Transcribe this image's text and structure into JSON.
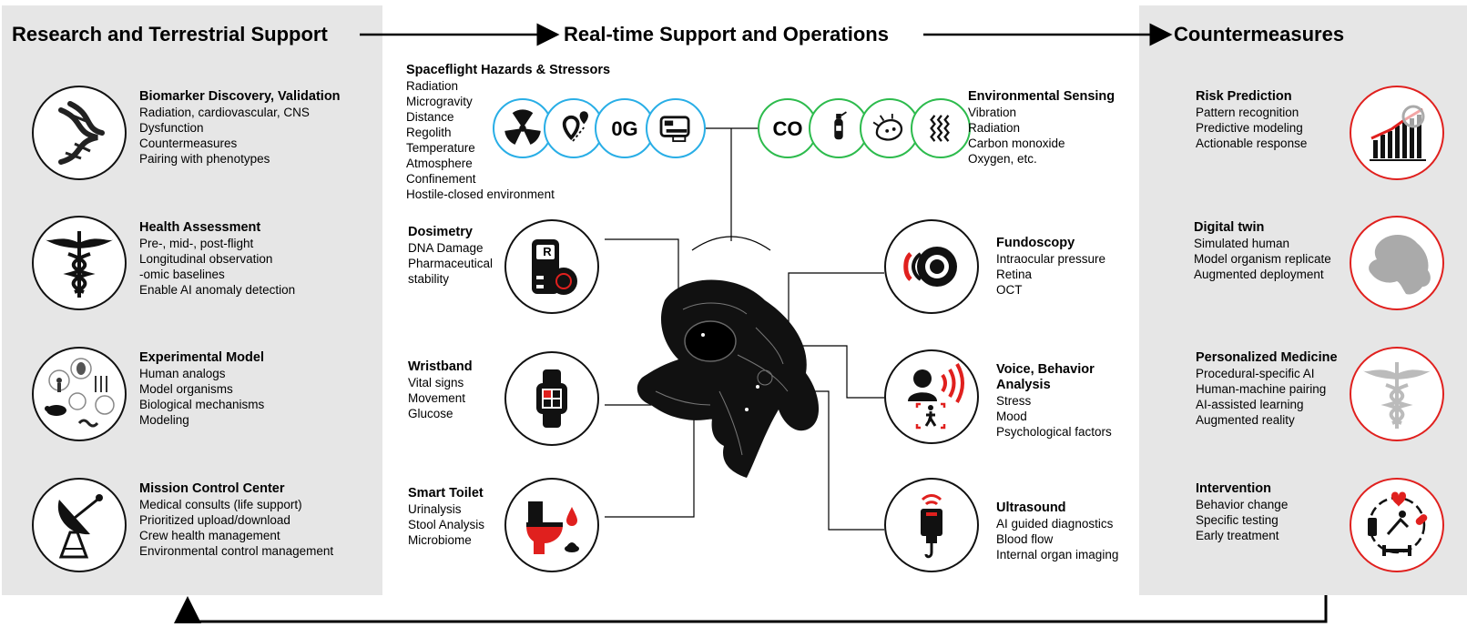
{
  "headers": {
    "left": "Research and Terrestrial Support",
    "center": "Real-time Support and Operations",
    "right": "Countermeasures"
  },
  "left_items": [
    {
      "title": "Biomarker Discovery, Validation",
      "lines": [
        "Radiation, cardiovascular, CNS",
        "Dysfunction",
        "Countermeasures",
        "Pairing with phenotypes"
      ],
      "icon": "dna-icon"
    },
    {
      "title": "Health Assessment",
      "lines": [
        "Pre-, mid-, post-flight",
        "Longitudinal observation",
        "-omic baselines",
        "Enable AI anomaly detection"
      ],
      "icon": "caduceus-icon"
    },
    {
      "title": "Experimental Model",
      "lines": [
        "Human analogs",
        "Model organisms",
        "Biological mechanisms",
        "Modeling"
      ],
      "icon": "organisms-icon"
    },
    {
      "title": "Mission Control Center",
      "lines": [
        "Medical consults (life support)",
        "Prioritized upload/download",
        "Crew health management",
        "Environmental control management"
      ],
      "icon": "satellite-dish-icon"
    }
  ],
  "hazards": {
    "title": "Spaceflight Hazards & Stressors",
    "lines": [
      "Radiation",
      "Microgravity",
      "Distance",
      "Regolith",
      "Temperature",
      "Atmosphere",
      "Confinement",
      "Hostile-closed environment"
    ],
    "icons": [
      "radiation-icon",
      "distance-pin-icon",
      "microgravity-icon",
      "habitat-icon"
    ],
    "g_label": "0G"
  },
  "env": {
    "title": "Environmental Sensing",
    "lines": [
      "Vibration",
      "Radiation",
      "Carbon monoxide",
      "Oxygen, etc."
    ],
    "icons": [
      "carbon-monoxide-icon",
      "oxygen-tank-icon",
      "microbe-icon",
      "vibration-icon"
    ],
    "co_label": "CO"
  },
  "center_left": [
    {
      "title": "Dosimetry",
      "lines": [
        "DNA Damage",
        "Pharmaceutical",
        "stability"
      ],
      "icon": "dosimeter-icon",
      "badge": "R"
    },
    {
      "title": "Wristband",
      "lines": [
        "Vital signs",
        "Movement",
        "Glucose"
      ],
      "icon": "wristband-icon"
    },
    {
      "title": "Smart Toilet",
      "lines": [
        "Urinalysis",
        "Stool Analysis",
        "Microbiome"
      ],
      "icon": "toilet-icon"
    }
  ],
  "center_right": [
    {
      "title": "Fundoscopy",
      "lines": [
        "Intraocular pressure",
        "Retina",
        "OCT"
      ],
      "icon": "eye-icon"
    },
    {
      "title": "Voice, Behavior",
      "title2": "Analysis",
      "lines": [
        "Stress",
        "Mood",
        "Psychological factors"
      ],
      "icon": "voice-behavior-icon"
    },
    {
      "title": "Ultrasound",
      "lines": [
        "AI guided diagnostics",
        "Blood flow",
        "Internal organ imaging"
      ],
      "icon": "ultrasound-probe-icon"
    }
  ],
  "right_items": [
    {
      "title": "Risk Prediction",
      "lines": [
        "Pattern recognition",
        "Predictive modeling",
        "Actionable response"
      ],
      "icon": "risk-chart-icon"
    },
    {
      "title": "Digital twin",
      "lines": [
        "Simulated human",
        "Model organism replicate",
        "Augmented deployment"
      ],
      "icon": "digital-twin-icon"
    },
    {
      "title": "Personalized Medicine",
      "lines": [
        "Procedural-specific AI",
        "Human-machine pairing",
        "AI-assisted learning",
        "Augmented reality"
      ],
      "icon": "caduceus-icon"
    },
    {
      "title": "Intervention",
      "lines": [
        "Behavior change",
        "Specific testing",
        "Early treatment"
      ],
      "icon": "intervention-icon"
    }
  ],
  "colors": {
    "panel": "#e6e6e6",
    "red": "#e0201e",
    "blue": "#29aee6",
    "green": "#2dbb4d"
  }
}
